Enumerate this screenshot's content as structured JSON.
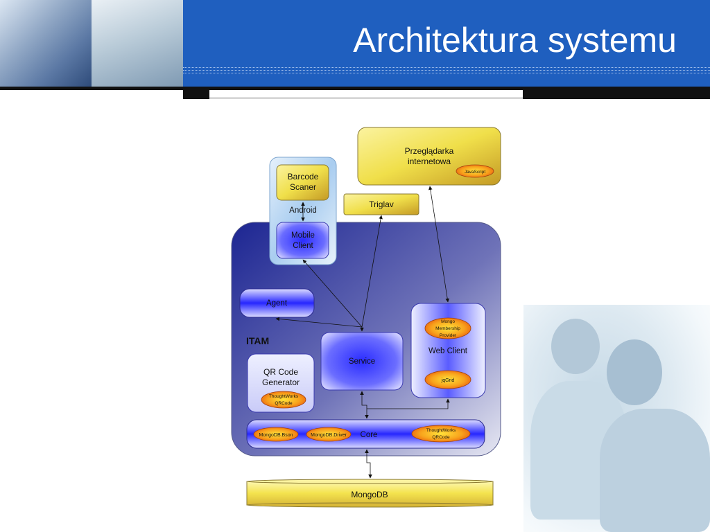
{
  "slide": {
    "title": "Architektura systemu"
  },
  "diagram": {
    "przegladarka_line1": "Przeglądarka",
    "przegladarka_line2": "internetowa",
    "javascript": "JavaScript",
    "barcode_line1": "Barcode",
    "barcode_line2": "Scaner",
    "android": "Android",
    "triglav": "Triglav",
    "mobile_line1": "Mobile",
    "mobile_line2": "Client",
    "agent": "Agent",
    "itam": "ITAM",
    "service": "Service",
    "web_client": "Web Client",
    "mongo_membership_line1": "Mongo",
    "mongo_membership_line2": "Membership",
    "mongo_membership_line3": "Provider",
    "jqgrid": "jqGrid",
    "qr_line1": "QR Code",
    "qr_line2": "Generator",
    "thoughtworks_line1": "ThoughtWorks",
    "thoughtworks_line2": "QRCode",
    "core": "Core",
    "mongodb_bson": "MongoDB.Bson",
    "mongodb_driver": "MongoDB.Driver",
    "core_tw_line1": "ThoughtWorks",
    "core_tw_line2": "QRCode",
    "mongodb": "MongoDB"
  },
  "colors": {
    "header_blue": "#1f5fbf",
    "itam_blue": "#2c3499",
    "yellow": "#f0df4a",
    "orange": "#f07818"
  }
}
